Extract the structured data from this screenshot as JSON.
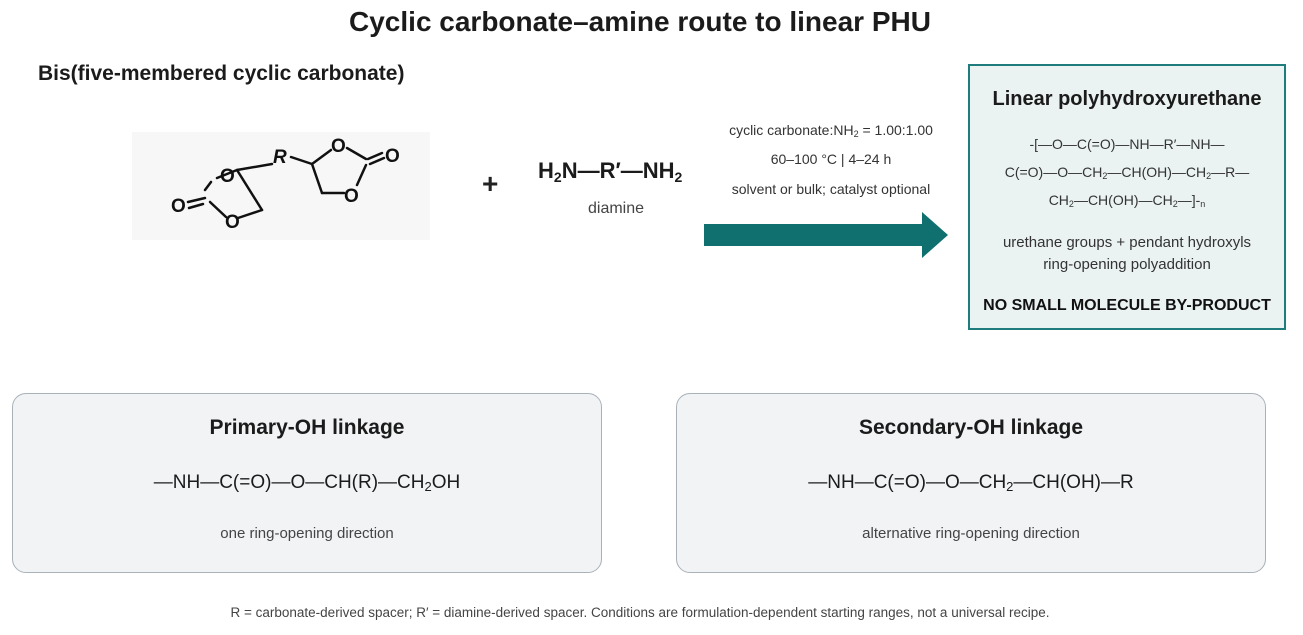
{
  "title": "Cyclic carbonate–amine route to linear PHU",
  "reactant1": {
    "heading": "Bis(five-membered cyclic carbonate)",
    "labels": {
      "r": "R",
      "o": "O"
    }
  },
  "plus": "+",
  "reactant2": {
    "h": "H",
    "sub2": "2",
    "mid": "N—R′—NH",
    "caption": "diamine"
  },
  "conditions": {
    "ratio_prefix": "cyclic carbonate:NH",
    "ratio_sub": "2",
    "ratio_suffix": " = 1.00:1.00",
    "temp_time": "60–100 °C | 4–24 h",
    "medium": "solvent or bulk; catalyst optional"
  },
  "product": {
    "title": "Linear polyhydroxyurethane",
    "formula": {
      "l1": "-[—O—C(=O)—NH—R′—NH—",
      "l2a": "C(=O)—O—CH",
      "l2b": "—CH(OH)—CH",
      "l2c": "—R—",
      "l3a": "CH",
      "l3b": "—CH(OH)—CH",
      "l3c": "—]-",
      "sub2": "2",
      "subn": "n"
    },
    "desc1": "urethane groups + pendant hydroxyls",
    "desc2": "ring-opening polyaddition",
    "note": "NO SMALL MOLECULE BY-PRODUCT"
  },
  "linkages": [
    {
      "title": "Primary-OH linkage",
      "formula_a": "—NH—C(=O)—O—CH(R)—CH",
      "formula_sub": "2",
      "formula_b": "OH",
      "desc": "one ring-opening direction"
    },
    {
      "title": "Secondary-OH linkage",
      "formula_a": "—NH—C(=O)—O—CH",
      "formula_sub": "2",
      "formula_b": "—CH(OH)—R",
      "desc": "alternative ring-opening direction"
    }
  ],
  "footnote": "R = carbonate-derived spacer; R′ = diamine-derived spacer. Conditions are formulation-dependent starting ranges, not a universal recipe.",
  "colors": {
    "accent": "#1f7c7c",
    "arrow": "#10706f",
    "product_bg": "#eaf2f2",
    "box_bg": "#f1f3f5"
  }
}
